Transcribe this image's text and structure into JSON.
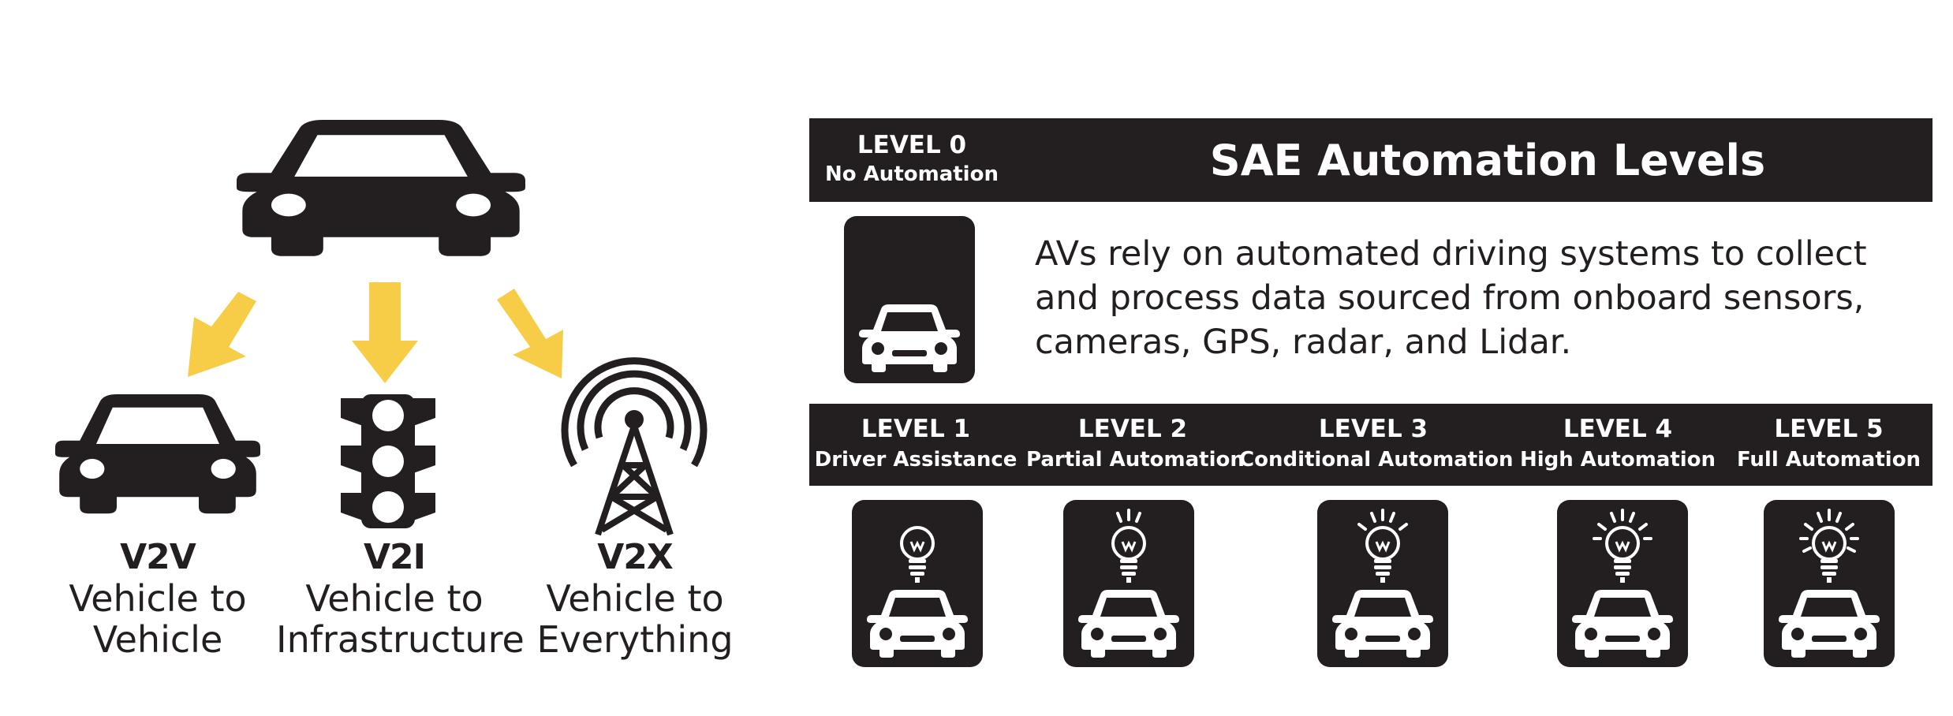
{
  "v2x": {
    "v2v": {
      "code": "V2V",
      "line1": "Vehicle to",
      "line2": "Vehicle"
    },
    "v2i": {
      "code": "V2I",
      "line1": "Vehicle to",
      "line2": "Infrastructure"
    },
    "v2x": {
      "code": "V2X",
      "line1": "Vehicle to",
      "line2": "Everything"
    },
    "arrow_color": "#f7cd47",
    "icon_color": "#231f20"
  },
  "sae": {
    "title": "SAE Automation Levels",
    "description_lines": [
      "AVs rely on automated driving systems to collect",
      "and process data sourced from onboard sensors,",
      "cameras, GPS, radar, and Lidar."
    ],
    "level0": {
      "title": "LEVEL 0",
      "subtitle": "No Automation"
    },
    "levels": [
      {
        "title": "LEVEL 1",
        "subtitle": "Driver Assistance",
        "rays": 0
      },
      {
        "title": "LEVEL 2",
        "subtitle": "Partial Automation",
        "rays": 1
      },
      {
        "title": "LEVEL 3",
        "subtitle": "Conditional Automation",
        "rays": 2
      },
      {
        "title": "LEVEL 4",
        "subtitle": "High Automation",
        "rays": 3
      },
      {
        "title": "LEVEL 5",
        "subtitle": "Full Automation",
        "rays": 4
      }
    ],
    "icons": [
      "car-icon",
      "lightbulb-icon"
    ]
  }
}
